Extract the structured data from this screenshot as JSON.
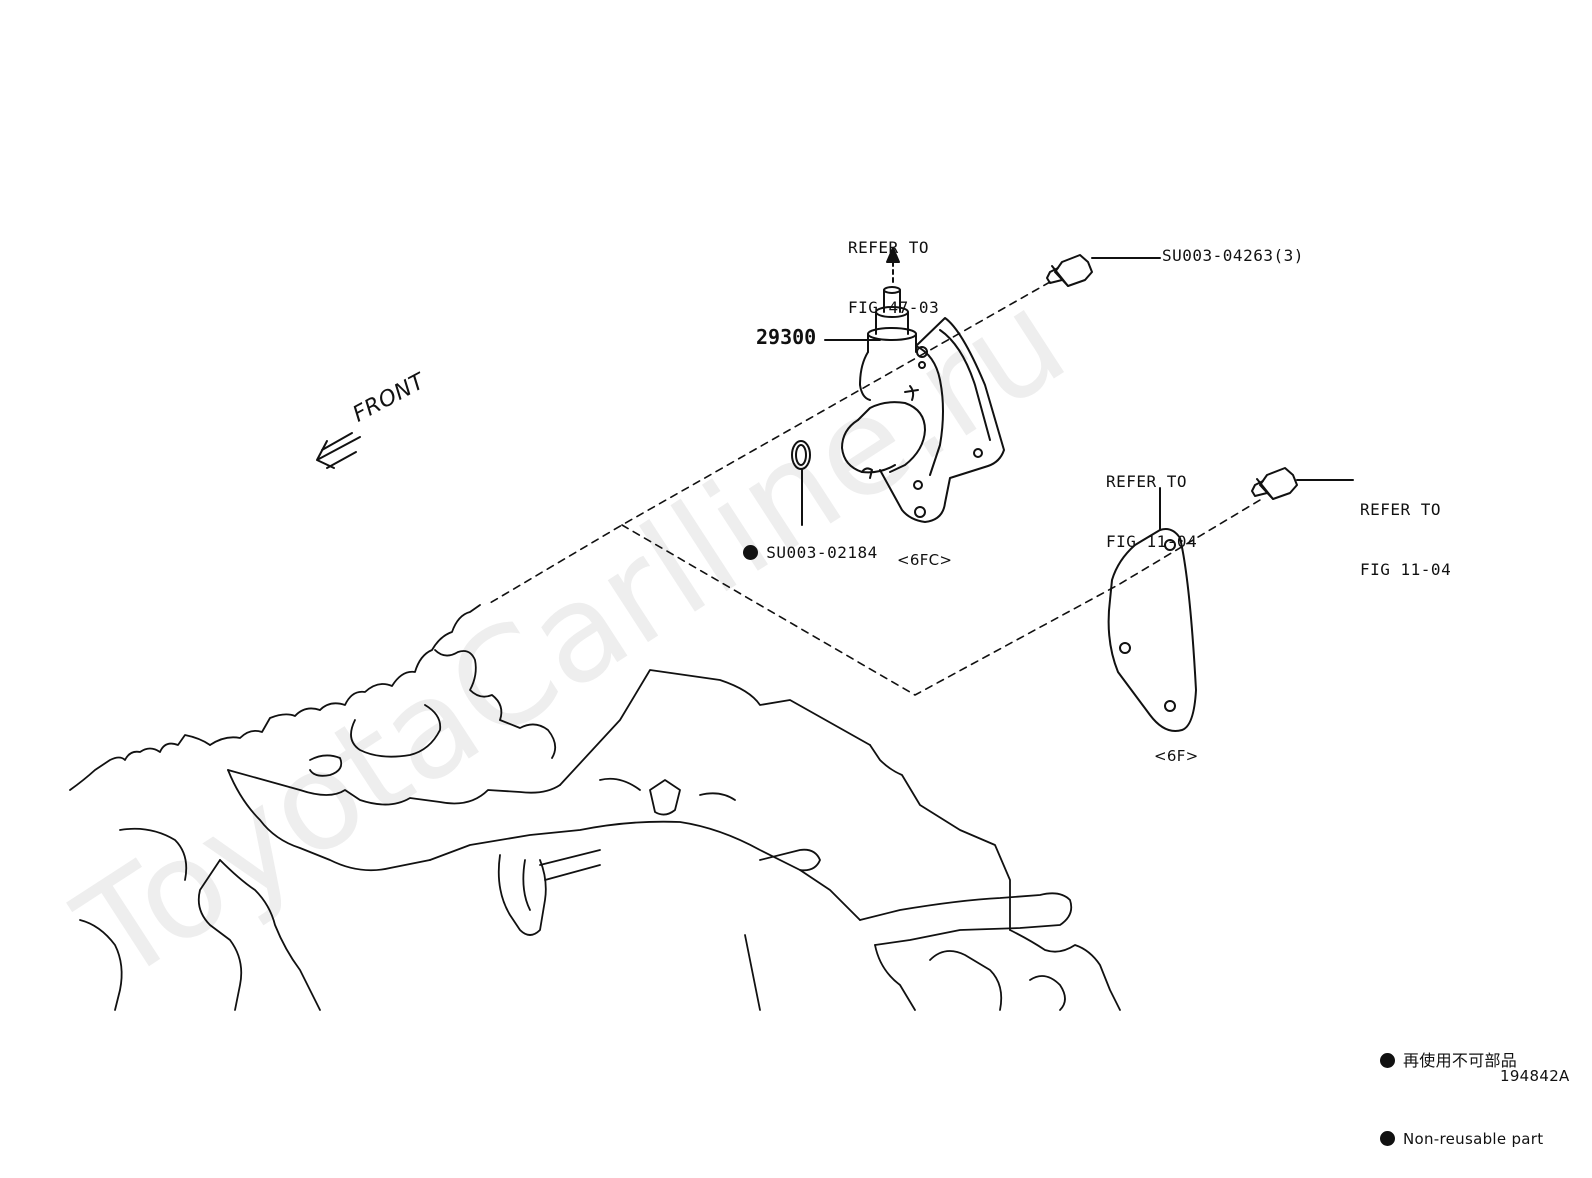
{
  "watermark": "ToyotaCarlline.ru",
  "labels": {
    "refer_top_line1": "REFER TO",
    "refer_top_line2": "FIG 47-03",
    "part_29300": "29300",
    "bolt_part": "SU003-04263(3)",
    "oring_part": "SU003-02184",
    "code_6fc": "<6FC>",
    "refer_gasket_line1": "REFER TO",
    "refer_gasket_line2": "FIG 11-04",
    "refer_bolt2_line1": "REFER TO",
    "refer_bolt2_line2": "FIG 11-04",
    "code_6f": "<6F>",
    "front": "FRONT"
  },
  "legend": {
    "jp": "再使用不可部品",
    "en": "Non-reusable part"
  },
  "figure_id": "194842A",
  "colors": {
    "ink": "#111111",
    "watermark": "#ececec"
  }
}
